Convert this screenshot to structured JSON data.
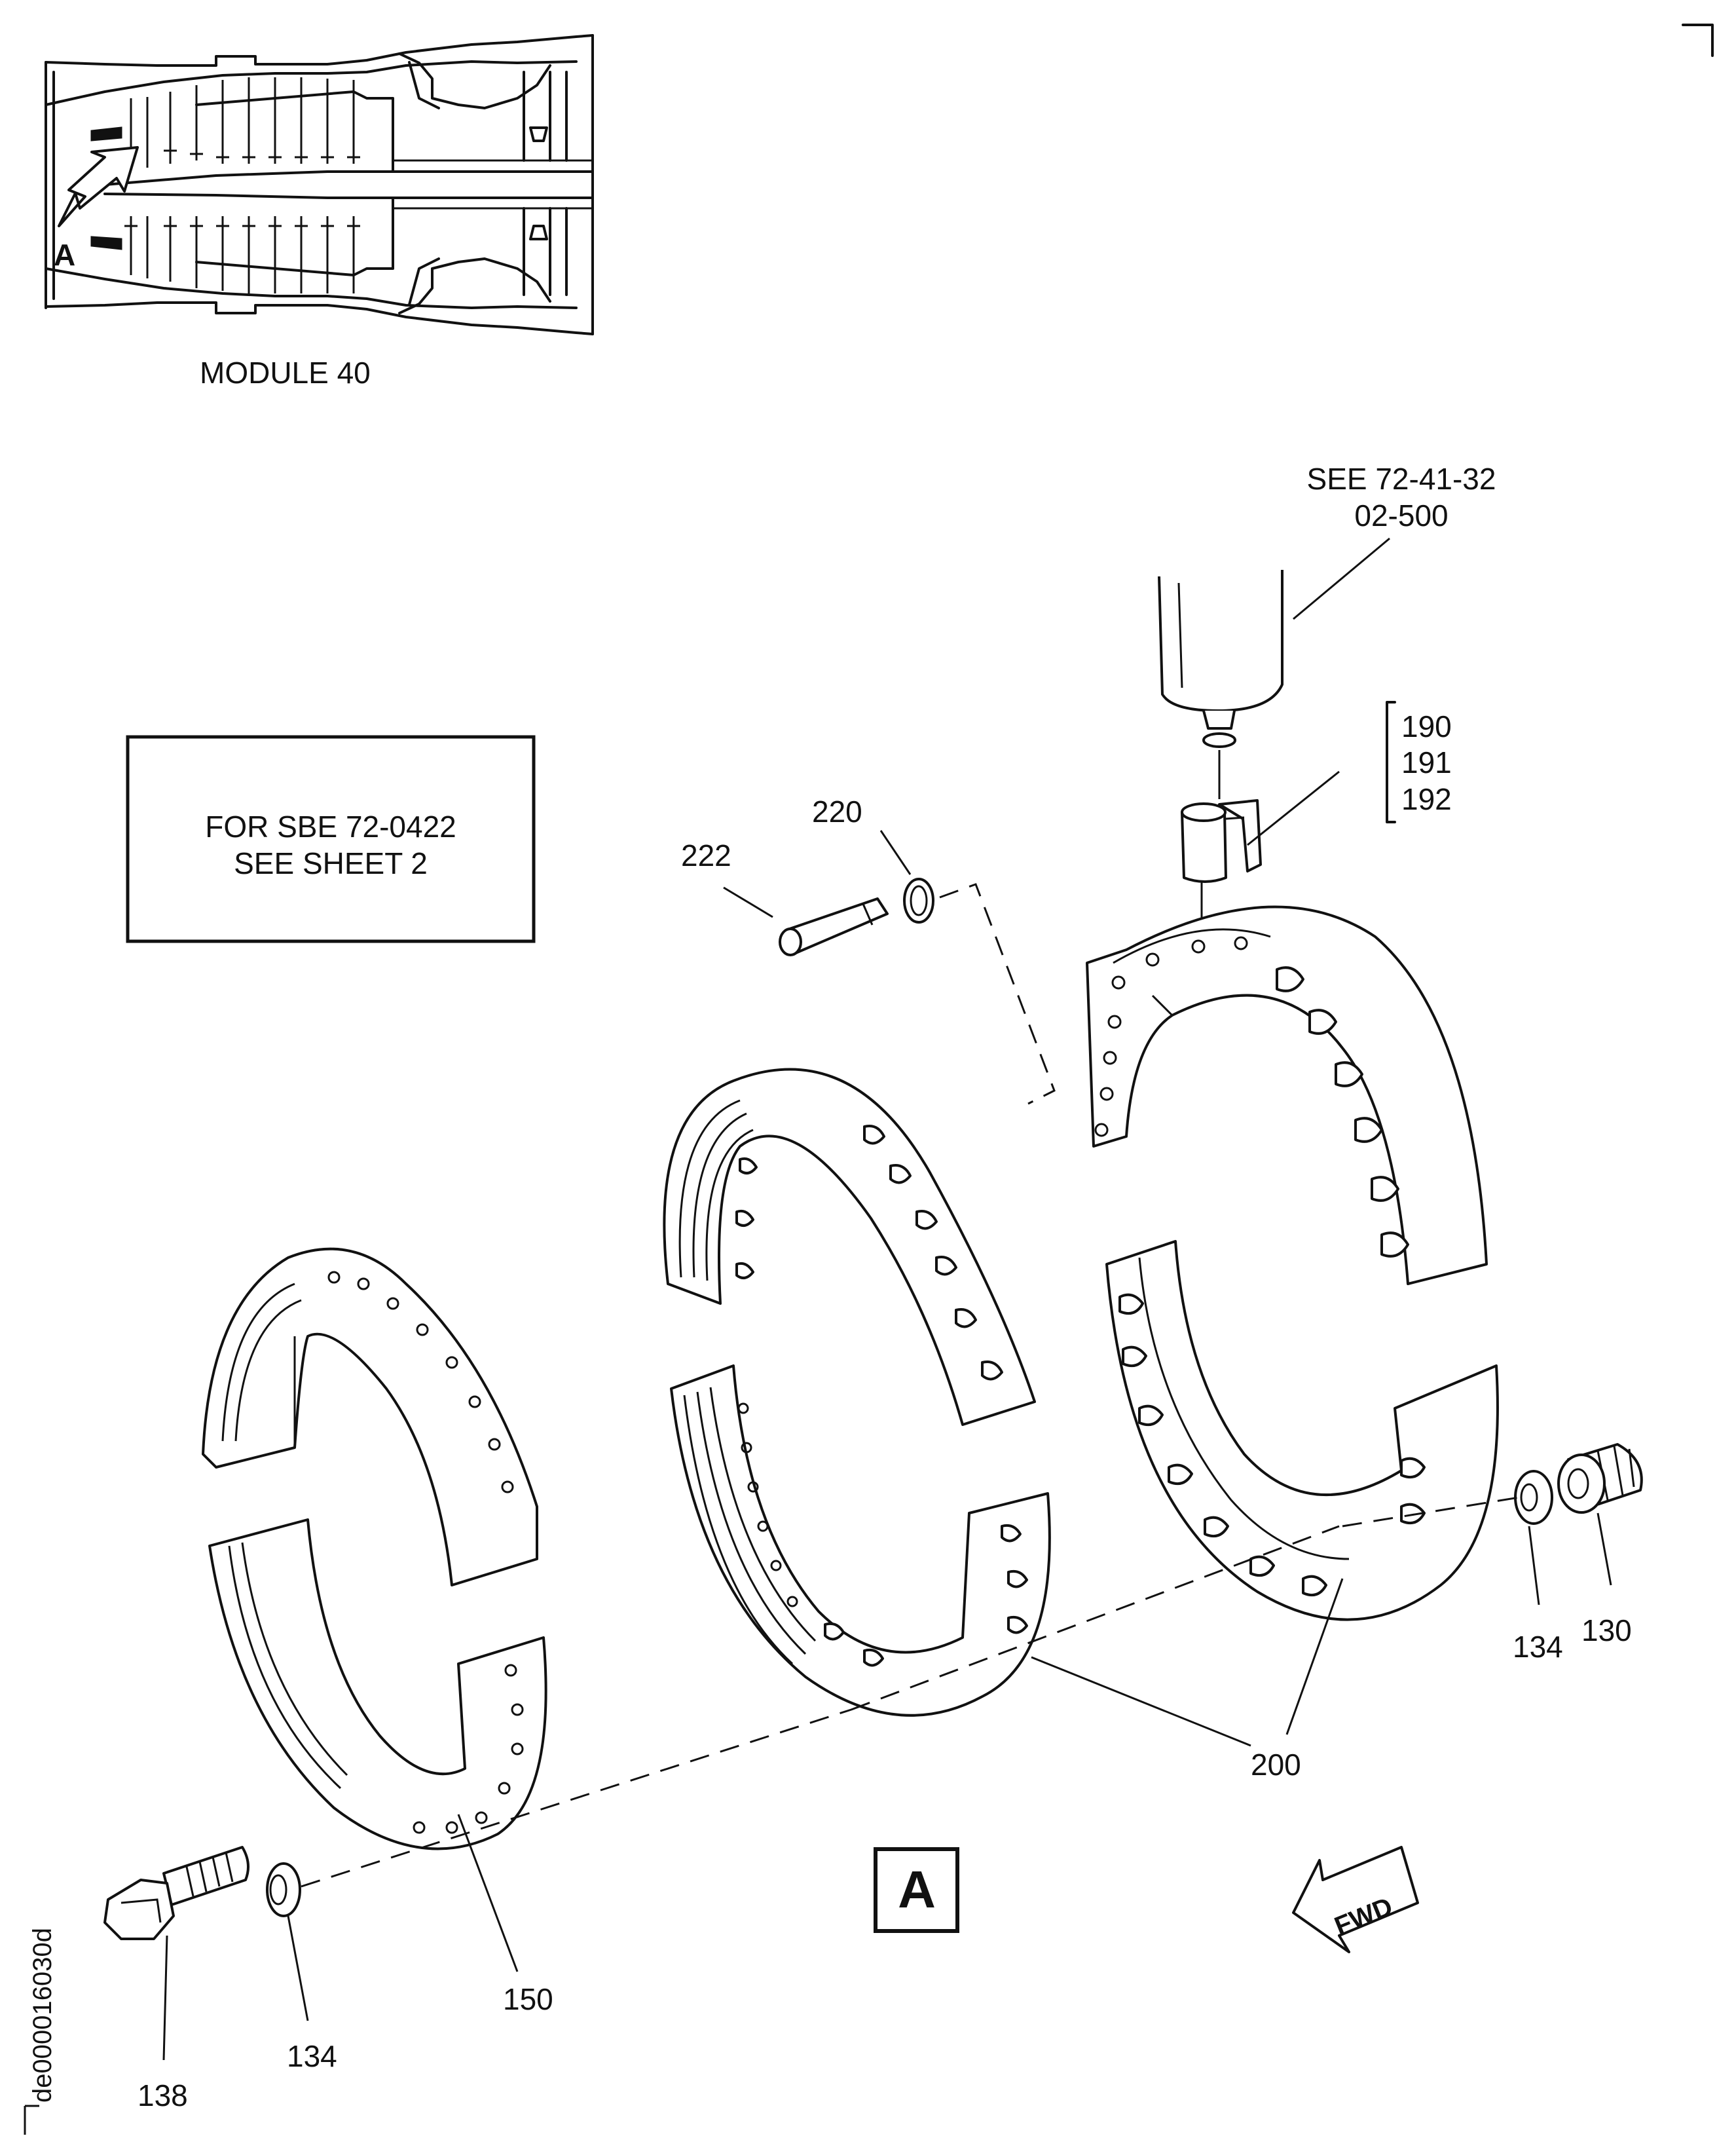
{
  "inset": {
    "title": "MODULE 40",
    "view_letter": "A"
  },
  "note_box": {
    "line1": "FOR SBE 72-0422",
    "line2": "SEE SHEET 2"
  },
  "reference": {
    "line1": "SEE 72-41-32",
    "line2": "02-500"
  },
  "callouts": {
    "c190": "190",
    "c191": "191",
    "c192": "192",
    "c220": "220",
    "c222": "222",
    "c200": "200",
    "c134a": "134",
    "c130": "130",
    "c150": "150",
    "c134b": "134",
    "c138": "138"
  },
  "view_label": "A",
  "direction": "FWD",
  "drawing_id": "de000016030d"
}
